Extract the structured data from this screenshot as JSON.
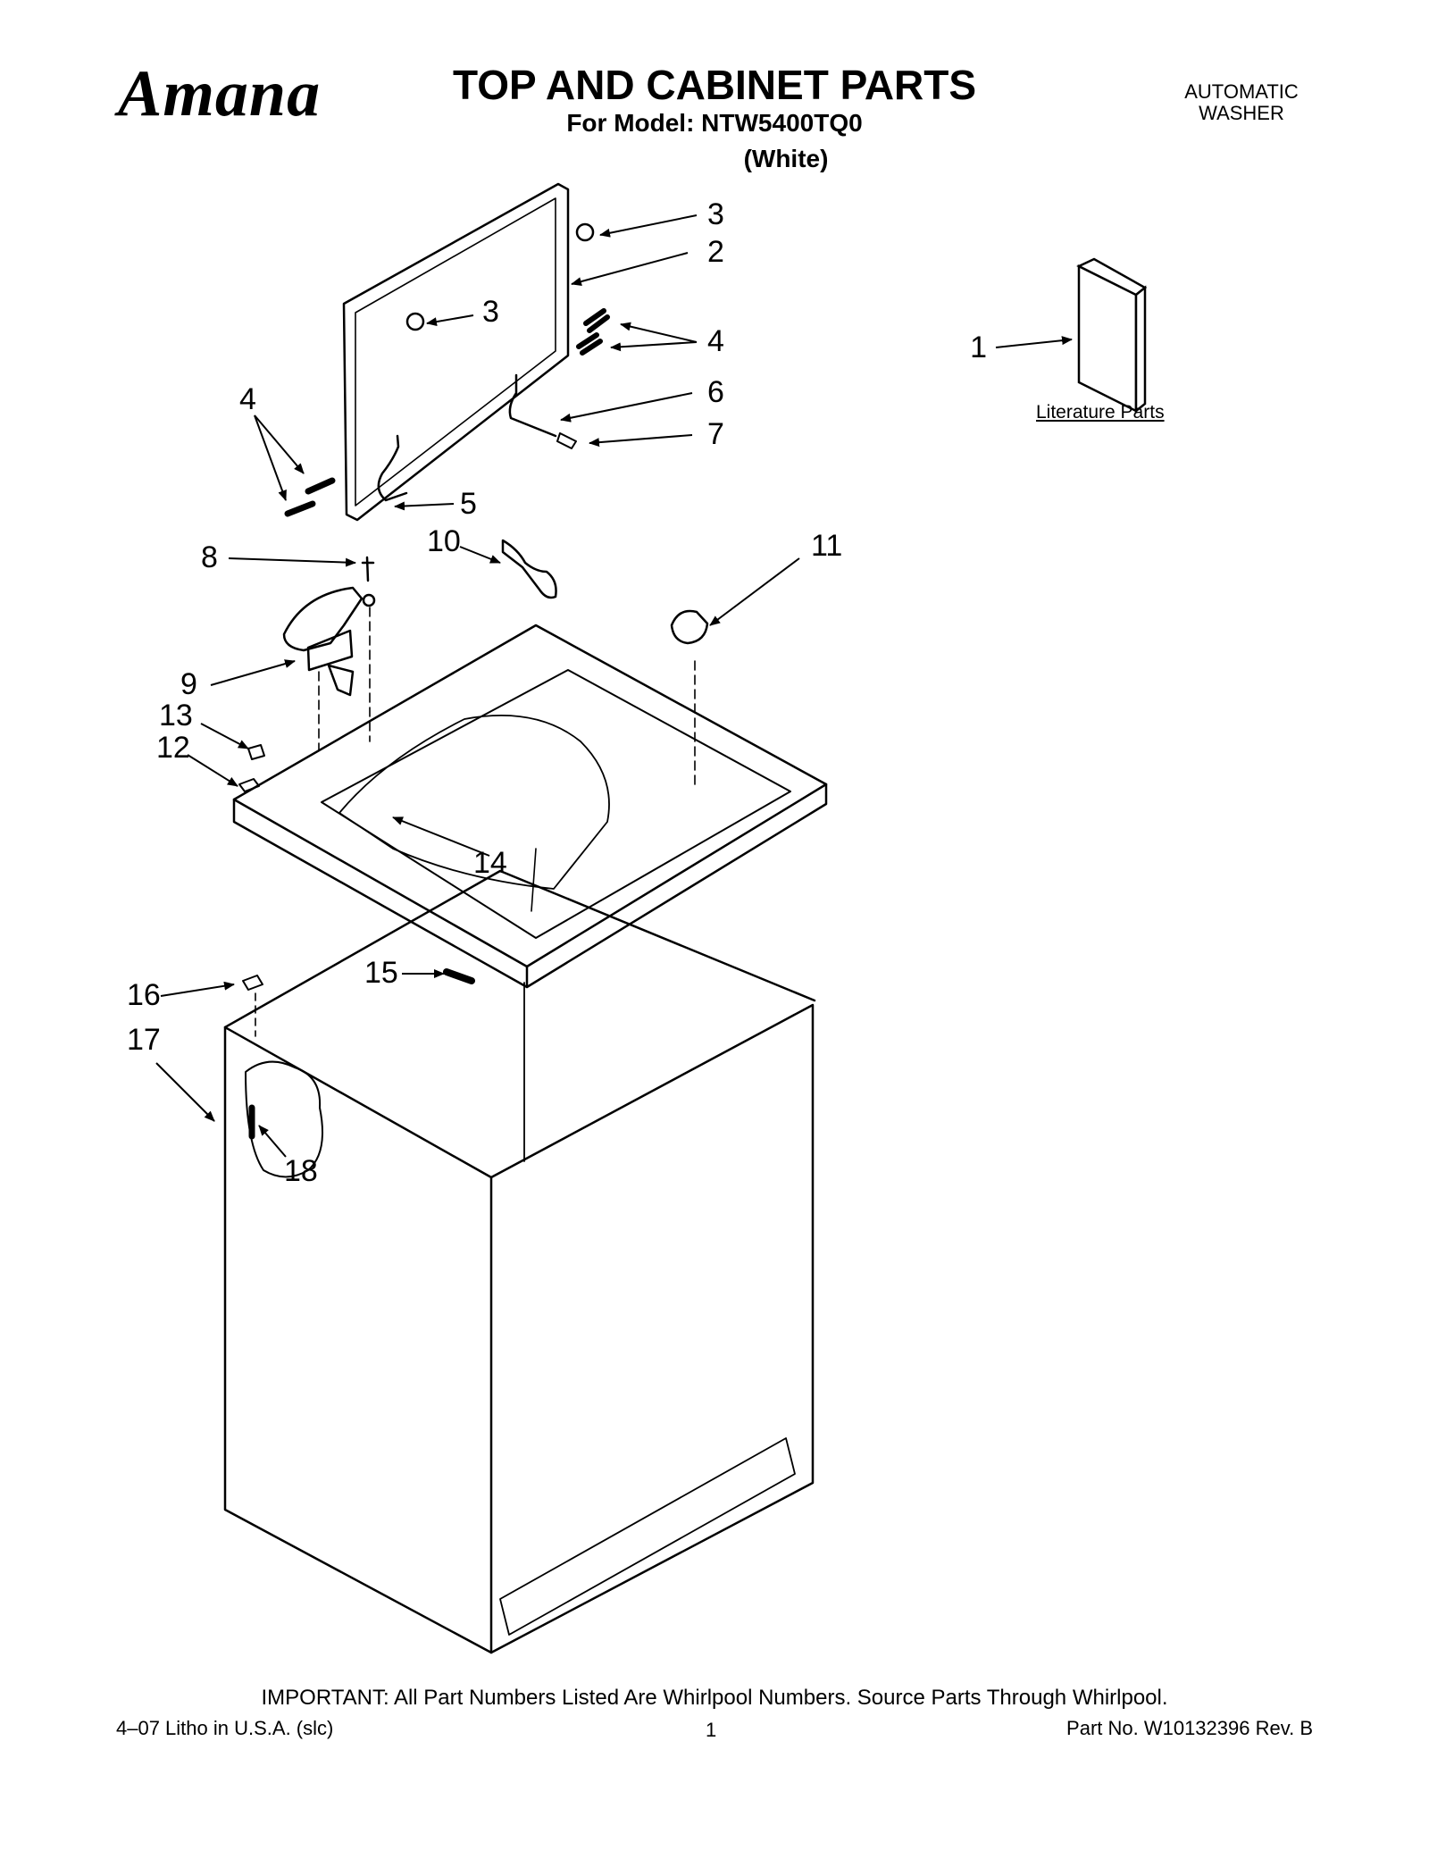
{
  "brand": "Amana",
  "header": {
    "title": "TOP AND CABINET PARTS",
    "model_line": "For Model: NTW5400TQ0",
    "color": "(White)",
    "product_type_line1": "AUTOMATIC",
    "product_type_line2": "WASHER"
  },
  "literature_label": "Literature Parts",
  "callouts": [
    "1",
    "2",
    "3",
    "3",
    "4",
    "4",
    "5",
    "6",
    "7",
    "8",
    "9",
    "10",
    "11",
    "12",
    "13",
    "14",
    "15",
    "16",
    "17",
    "18"
  ],
  "footer": {
    "important": "IMPORTANT: All Part Numbers Listed Are Whirlpool Numbers. Source Parts Through Whirlpool.",
    "litho": "4–07 Litho in U.S.A. (slc)",
    "page_number": "1",
    "part_number": "Part No. W10132396 Rev. B"
  }
}
